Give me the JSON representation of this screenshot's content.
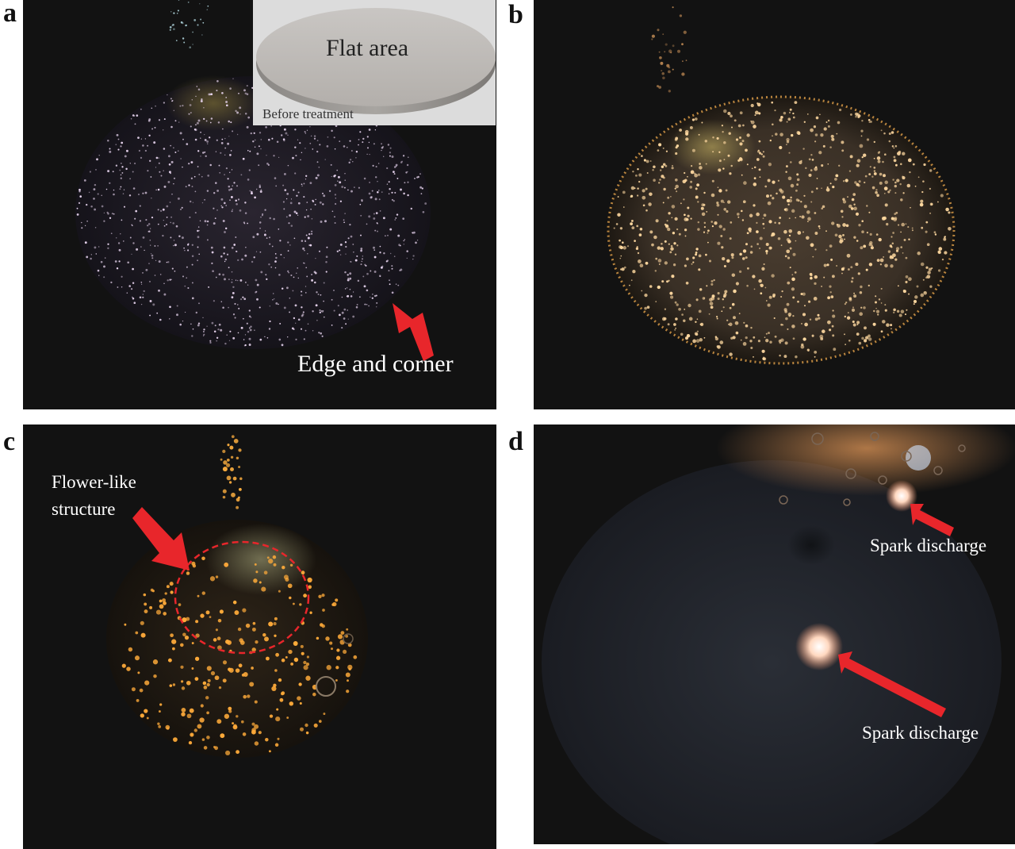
{
  "panels": [
    {
      "label": "a",
      "inset_title": "Flat area",
      "inset_caption": "Before treatment",
      "annotation": "Edge and corner"
    },
    {
      "label": "b"
    },
    {
      "label": "c",
      "annotation": "Flower-like structure",
      "annotation_lines": [
        "Flower-like",
        "structure"
      ]
    },
    {
      "label": "d",
      "annotation_top": "Spark discharge",
      "annotation_bottom": "Spark discharge"
    }
  ],
  "colors": {
    "background": "#121212",
    "arrow": "#e8262b",
    "dashed_circle": "#e8262b",
    "sparkle_a": "#e9d6f0",
    "sparkle_b": "#ffd9a0",
    "sparkle_c": "#ffab3a"
  },
  "icons": [
    "arrow-icon",
    "dashed-circle-icon"
  ]
}
